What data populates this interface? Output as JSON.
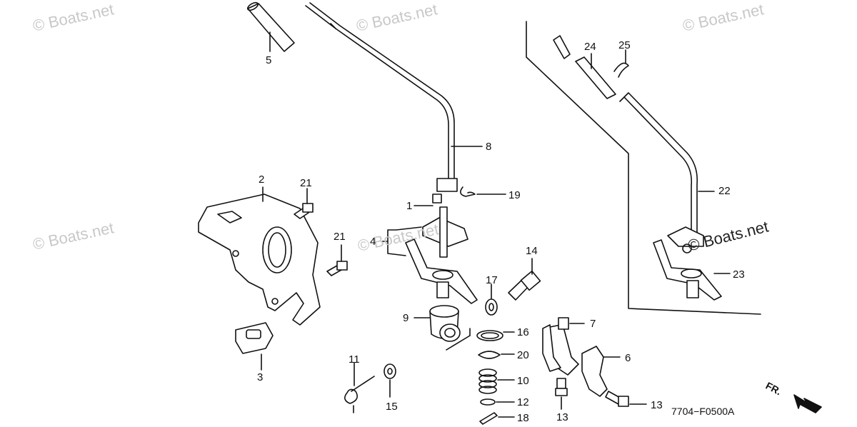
{
  "watermarks": [
    "© Boats.net",
    "© Boats.net",
    "© Boats.net",
    "© Boats.net",
    "© Boats.net"
  ],
  "overlay_watermark": "© Boats.net",
  "callouts": [
    "1",
    "2",
    "3",
    "4",
    "5",
    "6",
    "7",
    "8",
    "9",
    "10",
    "11",
    "12",
    "13",
    "13",
    "14",
    "15",
    "16",
    "17",
    "18",
    "19",
    "20",
    "21",
    "21",
    "22",
    "23",
    "24",
    "25"
  ],
  "diagram_code": "7704−F0500A",
  "direction_label": "FR."
}
